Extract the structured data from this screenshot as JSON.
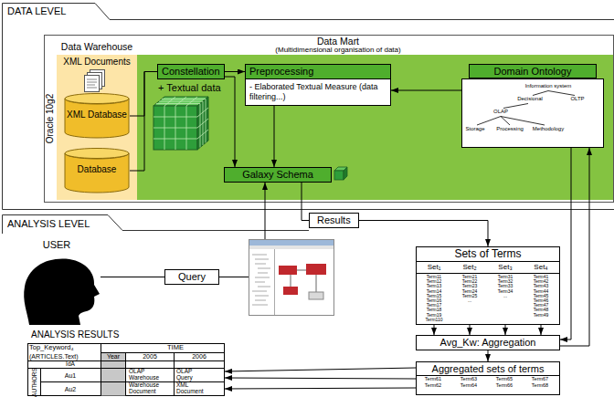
{
  "diagram": {
    "nodes": [
      {
        "text": [
          "DATA LEVEL"
        ]
      },
      {
        "text": [
          "Oracle 10g2"
        ],
        "in": 0
      },
      {
        "text": [
          "Data Warehouse"
        ],
        "in": 1
      },
      {
        "text": [
          "Data Mart",
          "(Multidimensional organisation of data)"
        ],
        "in": 1
      },
      {
        "text": [
          "XML Documents"
        ],
        "in": 2
      },
      {
        "text": [
          "XML Database"
        ],
        "in": 2
      },
      {
        "text": [
          "Database"
        ],
        "in": 2
      },
      {
        "text": [
          "Constellation",
          "+ Textual data"
        ],
        "in": 3
      },
      {
        "text": [
          "Preprocessing",
          "- Elaborated Textual Measure (data filtering...)"
        ],
        "in": 3
      },
      {
        "text": [
          "Domain Ontology"
        ],
        "in": 3
      },
      {
        "text": [
          "Galaxy Schema"
        ],
        "in": 3
      },
      {
        "text": [
          "ANALYSIS LEVEL"
        ]
      },
      {
        "text": [
          "USER"
        ]
      },
      {
        "text": [
          "Query"
        ]
      },
      {
        "text": [
          "Results"
        ]
      },
      {
        "text": [
          "Sets of Terms"
        ]
      },
      {
        "text": [
          "Avg_Kw: Aggregation"
        ]
      },
      {
        "text": [
          "Aggregated sets of terms"
        ]
      },
      {
        "text": [
          "ANALYSIS RESULTS"
        ]
      }
    ],
    "edges": [
      {
        "from": 5,
        "to": 7,
        "arrow": "none"
      },
      {
        "from": 6,
        "to": 7,
        "arrow": "none"
      },
      {
        "from": 7,
        "to": 8,
        "arrow": "to"
      },
      {
        "from": 9,
        "to": 8,
        "arrow": "to"
      },
      {
        "from": 8,
        "to": 10,
        "arrow": "to"
      },
      {
        "from": 7,
        "to": 10,
        "arrow": "to"
      },
      {
        "from": 10,
        "to": 14,
        "arrow": "none"
      },
      {
        "from": 14,
        "to": 15,
        "arrow": "to"
      },
      {
        "from": 12,
        "to": 13,
        "arrow": "none"
      },
      {
        "from": 13,
        "to": 10,
        "arrow": "to"
      },
      {
        "from": 15,
        "to": 16,
        "arrow": "to"
      },
      {
        "from": 15,
        "to": 16,
        "arrow": "to"
      },
      {
        "from": 15,
        "to": 16,
        "arrow": "to"
      },
      {
        "from": 15,
        "to": 16,
        "arrow": "to"
      },
      {
        "from": 16,
        "to": 17,
        "arrow": "to"
      },
      {
        "from": 9,
        "to": 16,
        "arrow": "to"
      },
      {
        "from": 16,
        "to": 9,
        "arrow": "to"
      },
      {
        "from": 17,
        "to": 18,
        "arrow": "to"
      },
      {
        "from": 17,
        "to": 18,
        "arrow": "to"
      },
      {
        "from": 17,
        "to": 18,
        "arrow": "to"
      }
    ],
    "labels": [
      "Information system",
      "Decisional",
      "OLTP",
      "OLAP",
      "Storage",
      "Processing",
      "Methodology",
      "Set₁",
      "Set₂",
      "Set₃",
      "Set₄",
      "Term11",
      "Term12",
      "Term13",
      "Term14",
      "Term15",
      "Term16",
      "Term17",
      "Term18",
      "Term19",
      "Term110",
      "Term21",
      "Term22",
      "Term23",
      "Term24",
      "Term25",
      "...",
      "Term31",
      "Term32",
      "Term33",
      "Term34",
      "...",
      "Term41",
      "Term42",
      "Term43",
      "Term44",
      "Term45",
      "Term46",
      "Term47",
      "Term48",
      "Term49",
      "Term61",
      "Term62",
      "Term63",
      "Term64",
      "Term65",
      "Term66",
      "Term67",
      "Term68",
      "Top_Keyword₄",
      "(ARTICLES.Text)",
      "TIME",
      "Year",
      "2005",
      "2006",
      "IdA",
      "AUTHORS",
      "Au1",
      "OLAP",
      "Warehouse",
      "OLAP",
      "Query",
      "Au2",
      "Warehouse",
      "Document",
      "XML",
      "Document"
    ]
  }
}
